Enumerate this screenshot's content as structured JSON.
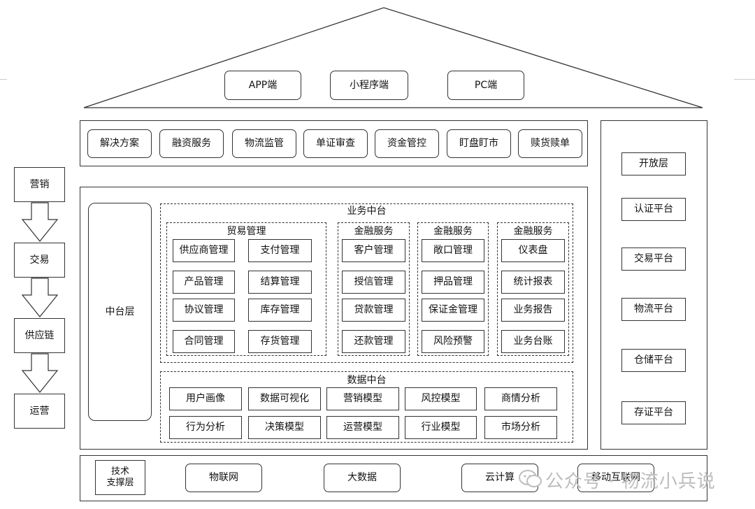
{
  "roof": {
    "items": [
      "APP端",
      "小程序端",
      "PC端"
    ]
  },
  "solutions": [
    "解决方案",
    "融资服务",
    "物流监管",
    "单证审查",
    "资金管控",
    "盯盘盯市",
    "赎货赎单"
  ],
  "flow": [
    "营销",
    "交易",
    "供应链",
    "运营"
  ],
  "middle_layer": {
    "label": "中台层",
    "business": {
      "title": "业务中台",
      "trade": {
        "title": "贸易管理",
        "items": [
          "供应商管理",
          "支付管理",
          "产品管理",
          "结算管理",
          "协议管理",
          "库存管理",
          "合同管理",
          "存货管理"
        ]
      },
      "finance_groups": [
        {
          "title": "金融服务",
          "items": [
            "客户管理",
            "授信管理",
            "贷款管理",
            "还款管理"
          ]
        },
        {
          "title": "金融服务",
          "items": [
            "敞口管理",
            "押品管理",
            "保证金管理",
            "风险预警"
          ]
        },
        {
          "title": "金融服务",
          "items": [
            "仪表盘",
            "统计报表",
            "业务报告",
            "业务台账"
          ]
        }
      ]
    },
    "data": {
      "title": "数据中台",
      "items": [
        "用户画像",
        "数据可视化",
        "营销模型",
        "风控模型",
        "商情分析",
        "行为分析",
        "决策模型",
        "运营模型",
        "行业模型",
        "市场分析"
      ]
    }
  },
  "right_panel": [
    "开放层",
    "认证平台",
    "交易平台",
    "物流平台",
    "仓储平台",
    "存证平台"
  ],
  "tech": {
    "label": "技术\n支撑层",
    "items": [
      "物联网",
      "大数据",
      "云计算",
      "移动互联网"
    ]
  },
  "watermark": {
    "text": "公众号 · 物流小兵说"
  },
  "colors": {
    "line": "#333333",
    "watermark": "#bdbdbd"
  }
}
